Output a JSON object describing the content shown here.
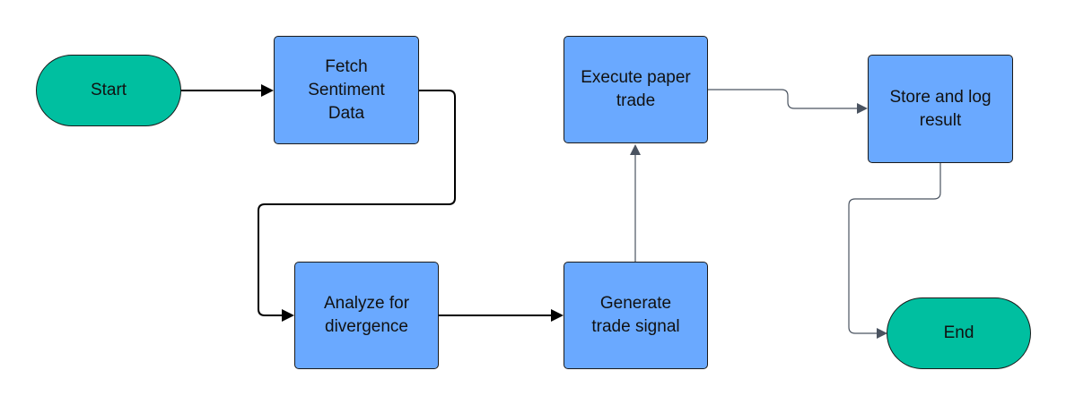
{
  "diagram": {
    "colors": {
      "process_fill": "#6aa9ff",
      "terminal_fill": "#00bfa0",
      "primary_edge": "#000000",
      "secondary_edge": "#4a5360"
    },
    "nodes": {
      "start": {
        "label": "Start",
        "shape": "terminal"
      },
      "fetch": {
        "label": "Fetch\nSentiment\nData",
        "shape": "process"
      },
      "analyze": {
        "label": "Analyze for\ndivergence",
        "shape": "process"
      },
      "generate": {
        "label": "Generate\ntrade signal",
        "shape": "process"
      },
      "execute": {
        "label": "Execute paper\ntrade",
        "shape": "process"
      },
      "store": {
        "label": "Store and log\nresult",
        "shape": "process"
      },
      "end": {
        "label": "End",
        "shape": "terminal"
      }
    },
    "edges": [
      {
        "from": "start",
        "to": "fetch"
      },
      {
        "from": "fetch",
        "to": "analyze"
      },
      {
        "from": "analyze",
        "to": "generate"
      },
      {
        "from": "generate",
        "to": "execute"
      },
      {
        "from": "execute",
        "to": "store"
      },
      {
        "from": "store",
        "to": "end"
      }
    ]
  }
}
